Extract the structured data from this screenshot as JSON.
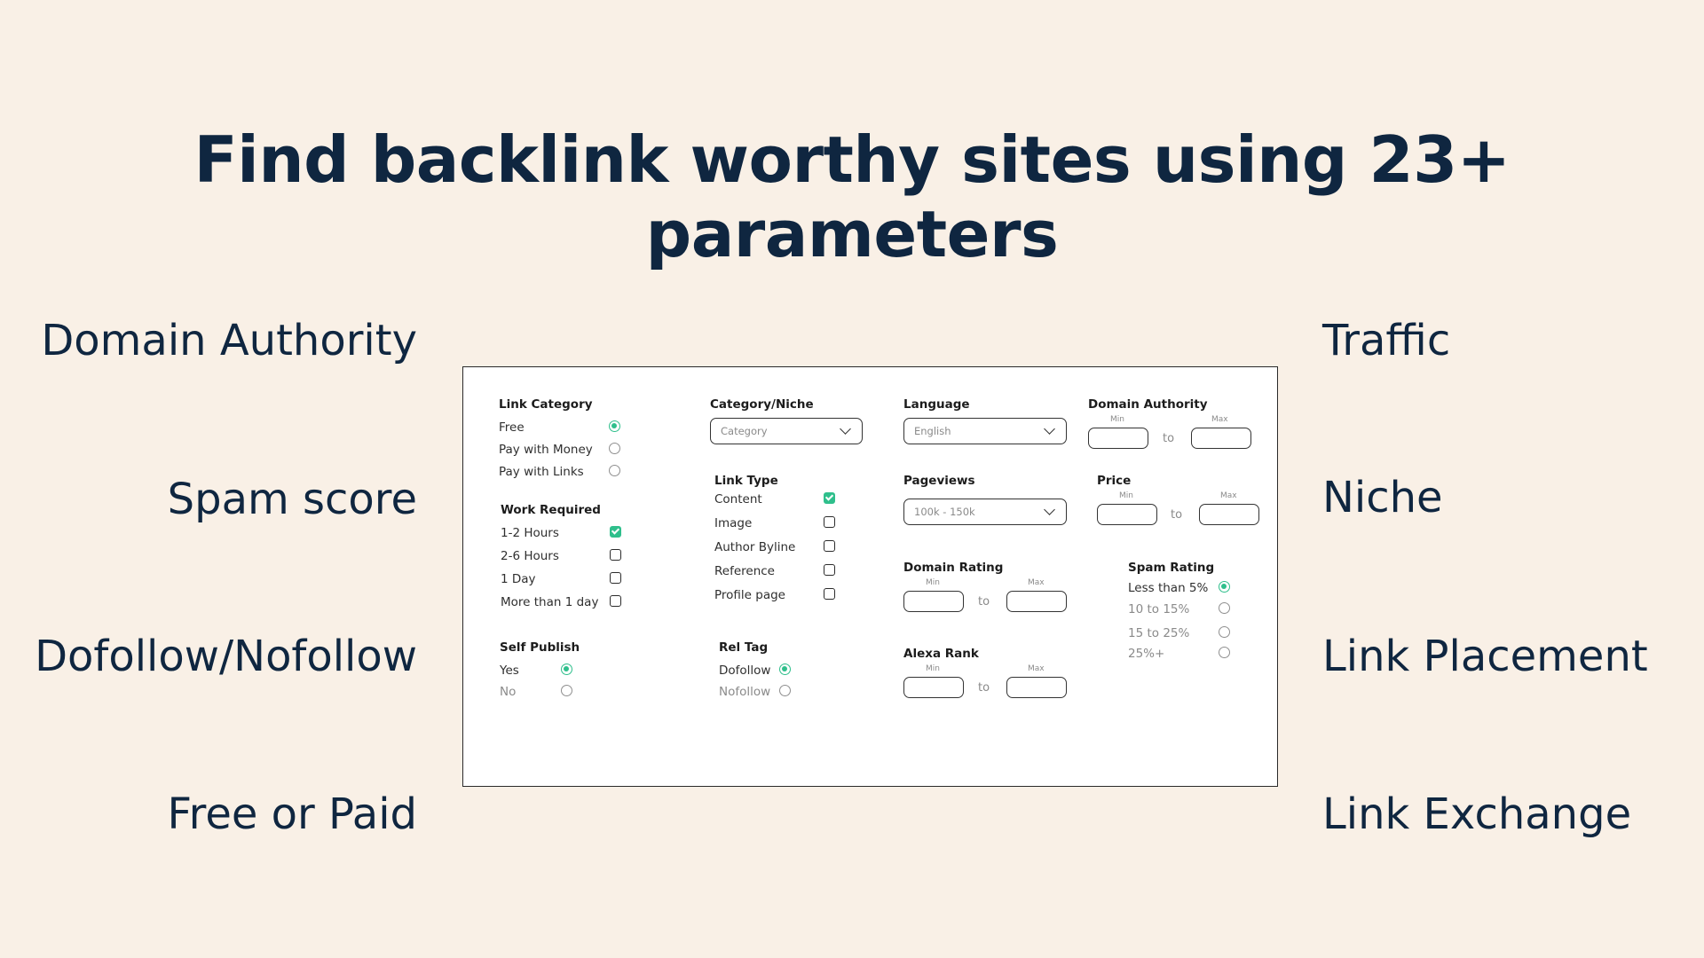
{
  "headline": "Find backlink worthy sites using 23+ parameters",
  "features_left": [
    "Domain Authority",
    "Spam score",
    "Dofollow/Nofollow",
    "Free or Paid"
  ],
  "features_right": [
    "Traffic",
    "Niche",
    "Link Placement",
    "Link Exchange"
  ],
  "accent_color": "#2fbf8c",
  "filters": {
    "link_category": {
      "label": "Link Category",
      "options": [
        "Free",
        "Pay with Money",
        "Pay with Links"
      ],
      "selected": "Free"
    },
    "work_required": {
      "label": "Work Required",
      "options": [
        "1-2 Hours",
        "2-6 Hours",
        "1 Day",
        "More than 1 day"
      ],
      "checked": [
        "1-2 Hours"
      ]
    },
    "self_publish": {
      "label": "Self Publish",
      "options": [
        "Yes",
        "No"
      ],
      "selected": "Yes"
    },
    "category_niche": {
      "label": "Category/Niche",
      "value": "Category"
    },
    "link_type": {
      "label": "Link Type",
      "options": [
        "Content",
        "Image",
        "Author Byline",
        "Reference",
        "Profile page"
      ],
      "checked": [
        "Content"
      ]
    },
    "rel_tag": {
      "label": "Rel Tag",
      "options": [
        "Dofollow",
        "Nofollow"
      ],
      "selected": "Dofollow"
    },
    "language": {
      "label": "Language",
      "value": "English"
    },
    "pageviews": {
      "label": "Pageviews",
      "value": "100k - 150k"
    },
    "domain_rating": {
      "label": "Domain Rating",
      "min": "Min",
      "max": "Max",
      "to": "to"
    },
    "alexa_rank": {
      "label": "Alexa Rank",
      "min": "Min",
      "max": "Max",
      "to": "to"
    },
    "domain_authority": {
      "label": "Domain Authority",
      "min": "Min",
      "max": "Max",
      "to": "to"
    },
    "price": {
      "label": "Price",
      "min": "Min",
      "max": "Max",
      "to": "to"
    },
    "spam_rating": {
      "label": "Spam Rating",
      "options": [
        "Less than 5%",
        "10 to 15%",
        "15 to 25%",
        "25%+"
      ],
      "selected": "Less than 5%"
    }
  }
}
